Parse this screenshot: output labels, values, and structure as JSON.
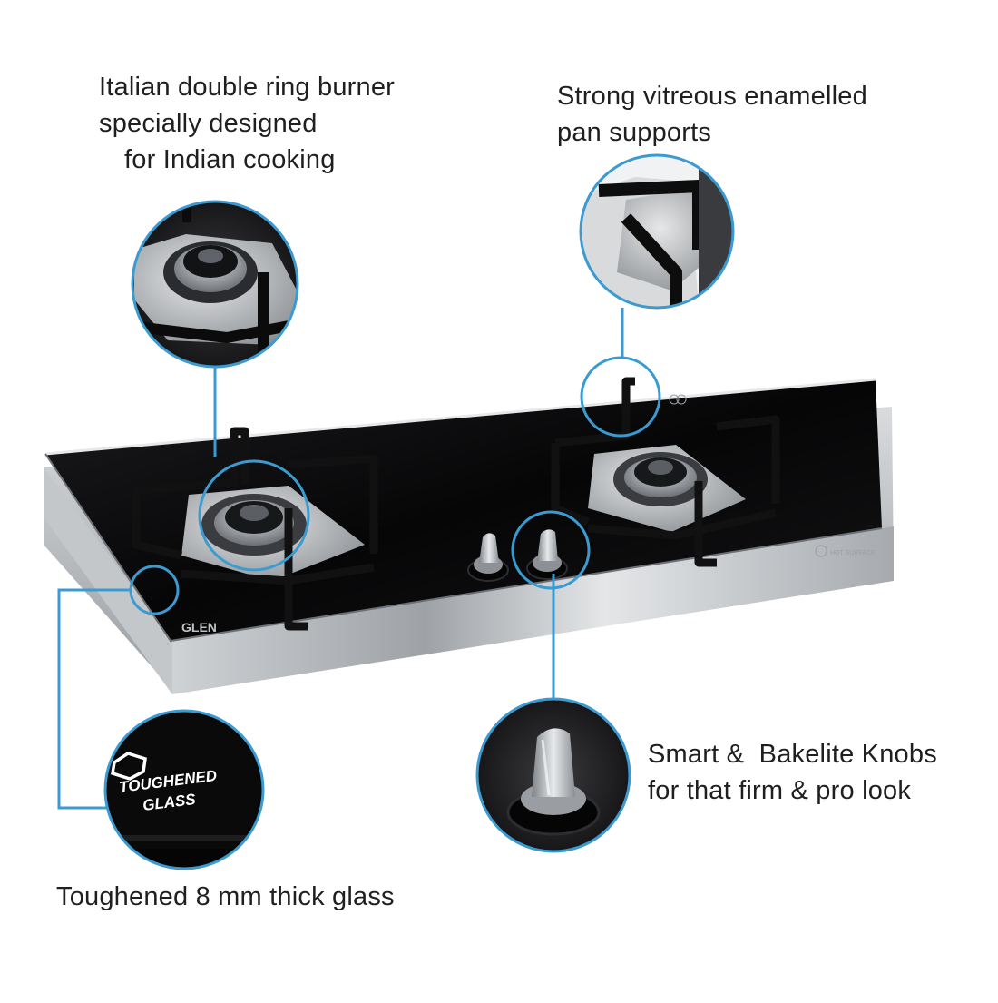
{
  "product": {
    "brand_logo": "GLEN",
    "hot_surface_badge": "HOT SURFACE"
  },
  "features": {
    "burner": {
      "lines": [
        "Italian double ring burner",
        "specially designed",
        "for Indian cooking"
      ]
    },
    "pan_supports": {
      "lines": [
        "Strong vitreous enamelled",
        "pan supports"
      ]
    },
    "knobs": {
      "lines": [
        "Smart &  Bakelite Knobs",
        "for that firm & pro look"
      ]
    },
    "glass": {
      "lines": [
        "Toughened 8 mm thick glass"
      ],
      "badge_line1": "TOUGHENED",
      "badge_line2": "GLASS"
    }
  },
  "colors": {
    "callout": "#3b9bd0",
    "glass": "#0b0b0d",
    "steel": "#b9bcbf",
    "text": "#1f1f1f"
  }
}
